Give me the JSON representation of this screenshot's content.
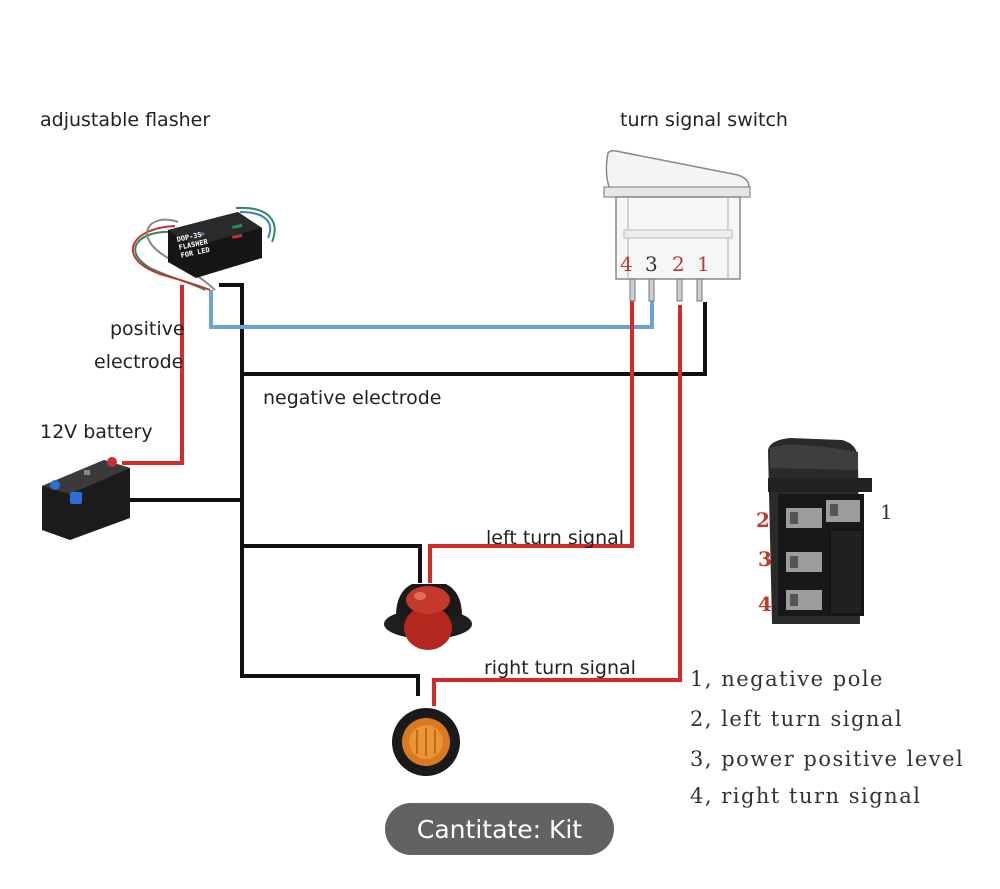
{
  "labels": {
    "adjustable_flasher": "adjustable flasher",
    "turn_signal_switch": "turn signal switch",
    "positive": "positive",
    "electrode": "electrode",
    "negative_electrode": "negative electrode",
    "battery": "12V battery",
    "left_turn_signal": "left turn signal",
    "right_turn_signal": "right turn signal"
  },
  "flasher_print": {
    "line1": "DOP-3S",
    "line2": "FLASHER",
    "line3": "FOR LED"
  },
  "switch_pins": [
    "4",
    "3",
    "2",
    "1"
  ],
  "rocker_pins": {
    "p1": "1",
    "p2": "2",
    "p3": "3",
    "p4": "4"
  },
  "legend": [
    "1, negative pole",
    "2, left turn signal",
    "3, power positive level",
    "4, right turn signal"
  ],
  "overlay": {
    "quantity_text": "Cantitate: Kit"
  },
  "colors": {
    "positive_wire": "#d42a2a",
    "negative_wire": "#111111",
    "signal_wire": "#6aa3d6",
    "pin_red": "#c0392b"
  }
}
